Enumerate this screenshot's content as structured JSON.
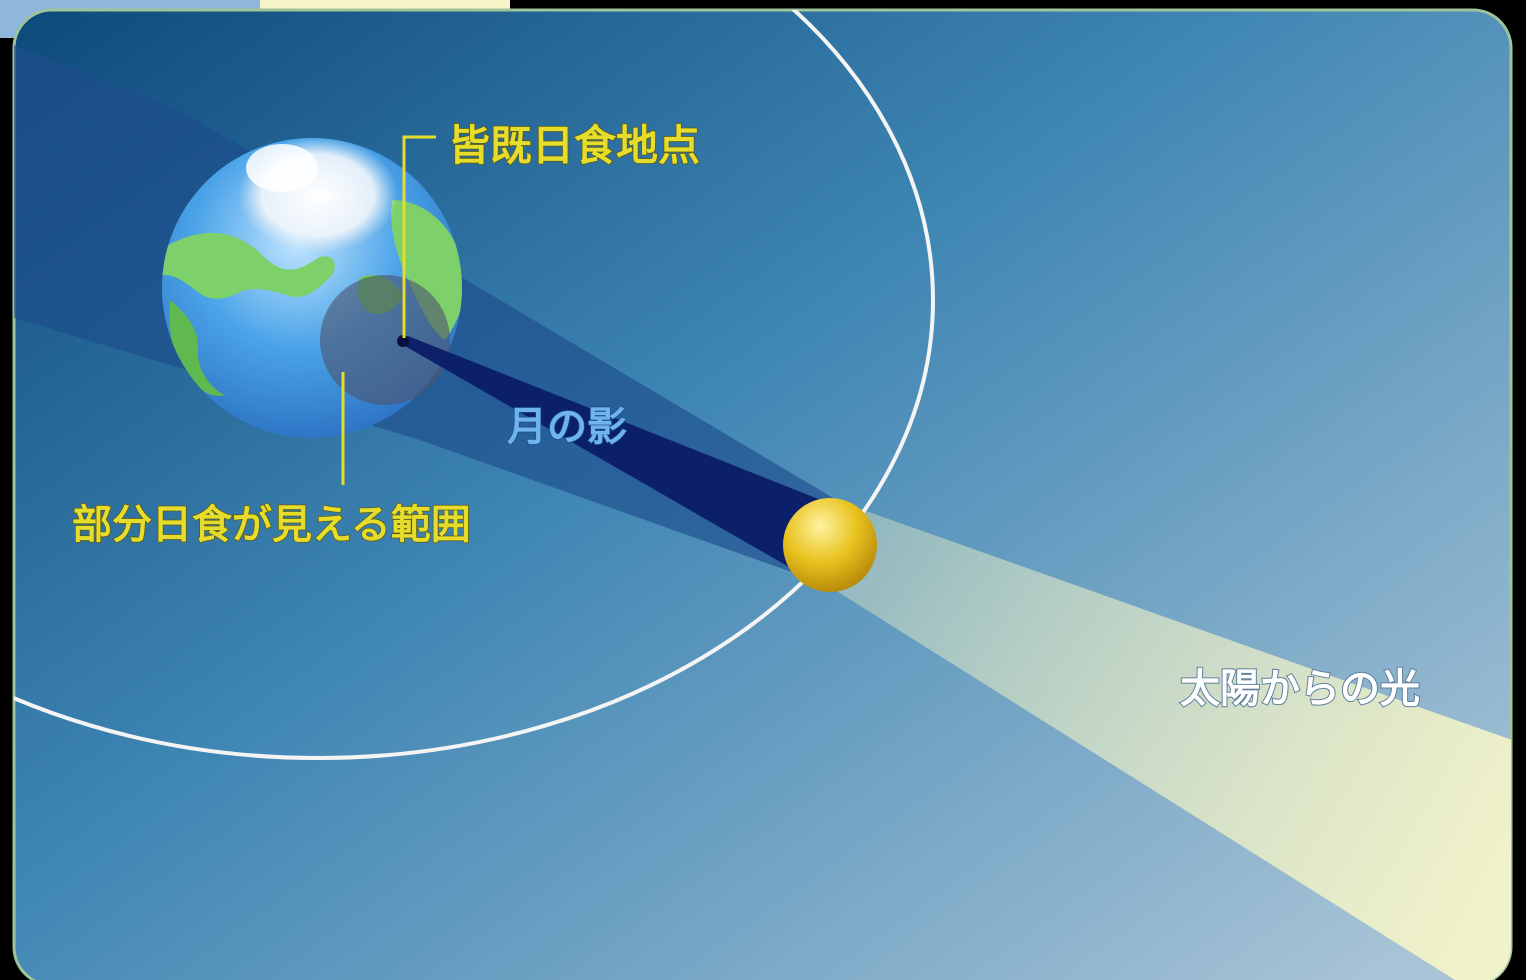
{
  "labels": {
    "total_eclipse_point": "皆既日食地点",
    "moon_shadow": "月の影",
    "partial_eclipse_range": "部分日食が見える範囲",
    "sunlight": "太陽からの光"
  },
  "colors": {
    "background_dark": "#0d4a7c",
    "background_light": "#a9c4d6",
    "penumbra": "#1d4d8c",
    "umbra": "#0a1a66",
    "sunlight_beam": "#f2f3c4",
    "moon": "#e8c21e",
    "orbit": "#f4f4f4",
    "label_yellow": "#e6dc2c",
    "label_blue": "#6fb4ee",
    "label_white": "#ffffff",
    "earth_ocean": "#4aa3e8",
    "earth_land": "#7ed06a"
  },
  "icons": {
    "earth": "earth-icon",
    "moon": "moon-icon"
  }
}
